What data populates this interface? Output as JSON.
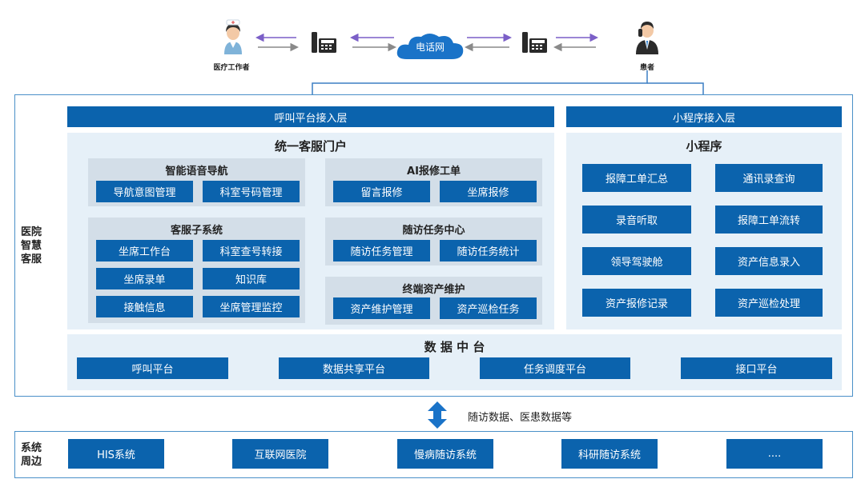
{
  "top": {
    "medical_worker": "医疗工作者",
    "patient": "患者",
    "phone_network": "电话网",
    "icons": [
      "nurse-icon",
      "telephone-icon",
      "cloud-icon",
      "telephone-icon",
      "patient-icon"
    ]
  },
  "hospital": {
    "label_lines": [
      "医院",
      "智慧",
      "客服"
    ],
    "call_access_layer": "呼叫平台接入层",
    "mini_access_layer": "小程序接入层",
    "portal": {
      "title": "统一客服门户",
      "voice_nav": {
        "title": "智能语音导航",
        "items": [
          "导航意图管理",
          "科室号码管理"
        ]
      },
      "cs_subsystem": {
        "title": "客服子系统",
        "items": [
          "坐席工作台",
          "科室查号转接",
          "坐席录单",
          "知识库",
          "接触信息",
          "坐席管理监控"
        ]
      },
      "ai_repair": {
        "title": "AI报修工单",
        "items": [
          "留言报修",
          "坐席报修"
        ]
      },
      "followup": {
        "title": "随访任务中心",
        "items": [
          "随访任务管理",
          "随访任务统计"
        ]
      },
      "asset": {
        "title": "终端资产维护",
        "items": [
          "资产维护管理",
          "资产巡检任务"
        ]
      }
    },
    "mini_program": {
      "title": "小程序",
      "items": [
        "报障工单汇总",
        "通讯录查询",
        "录音听取",
        "报障工单流转",
        "领导驾驶舱",
        "资产信息录入",
        "资产报修记录",
        "资产巡检处理"
      ]
    },
    "data_platform": {
      "title": "数 据 中 台",
      "items": [
        "呼叫平台",
        "数据共享平台",
        "任务调度平台",
        "接口平台"
      ]
    }
  },
  "exchange_note": "随访数据、医患数据等",
  "peripheral": {
    "label_lines": [
      "系统",
      "周边"
    ],
    "items": [
      "HIS系统",
      "互联网医院",
      "慢病随访系统",
      "科研随访系统",
      "...."
    ]
  },
  "colors": {
    "primary": "#0b63ad",
    "panel": "#e6f0f8",
    "subpanel": "#d3dee8",
    "outline": "#4a90c8",
    "arrow_purple": "#7b5fc7",
    "arrow_gray": "#8a8a8a"
  }
}
